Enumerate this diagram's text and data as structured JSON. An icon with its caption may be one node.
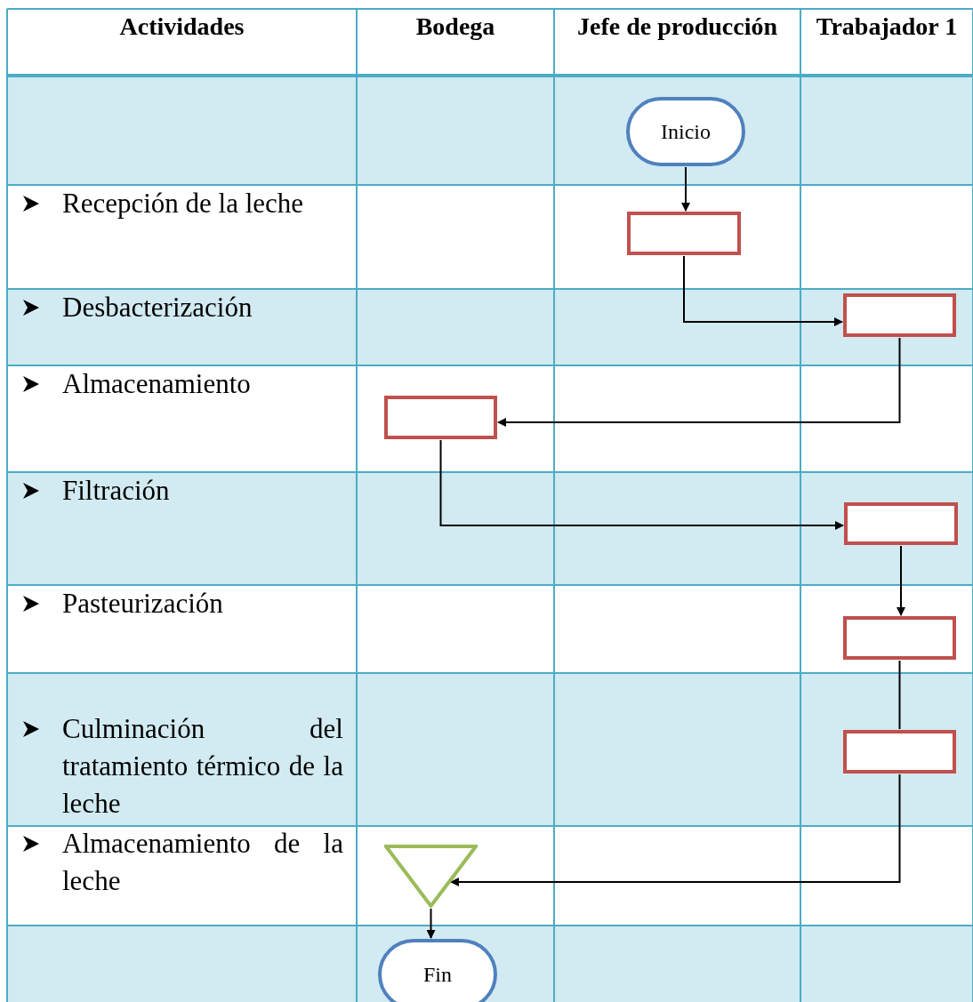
{
  "diagram": {
    "nodes": [
      {
        "text": [
          "Inicio"
        ]
      },
      {
        "text": [],
        "shape": "box"
      },
      {
        "text": [],
        "shape": "box"
      },
      {
        "text": [],
        "shape": "box"
      },
      {
        "text": [],
        "shape": "box"
      },
      {
        "text": [],
        "shape": "box"
      },
      {
        "text": [],
        "shape": "box"
      },
      {
        "text": [],
        "shape": "triangle"
      },
      {
        "text": [
          "Fin"
        ]
      }
    ],
    "edges": [
      {
        "from": 0,
        "to": 1,
        "arrow": "to"
      },
      {
        "from": 1,
        "to": 2,
        "arrow": "to"
      },
      {
        "from": 2,
        "to": 3,
        "arrow": "to"
      },
      {
        "from": 3,
        "to": 4,
        "arrow": "to"
      },
      {
        "from": 4,
        "to": 5,
        "arrow": "to"
      },
      {
        "from": 5,
        "to": 6,
        "arrow": "none"
      },
      {
        "from": 6,
        "to": 7,
        "arrow": "to"
      },
      {
        "from": 7,
        "to": 8,
        "arrow": "to"
      }
    ],
    "labels": [
      "Actividades",
      "Bodega",
      "Jefe de producción",
      "Trabajador 1",
      "Recepción de la leche",
      "Desbacterización",
      "Almacenamiento",
      "Filtración",
      "Pasteurización",
      "Culminación del tratamiento térmico de la leche",
      "Almacenamiento de la leche"
    ]
  }
}
